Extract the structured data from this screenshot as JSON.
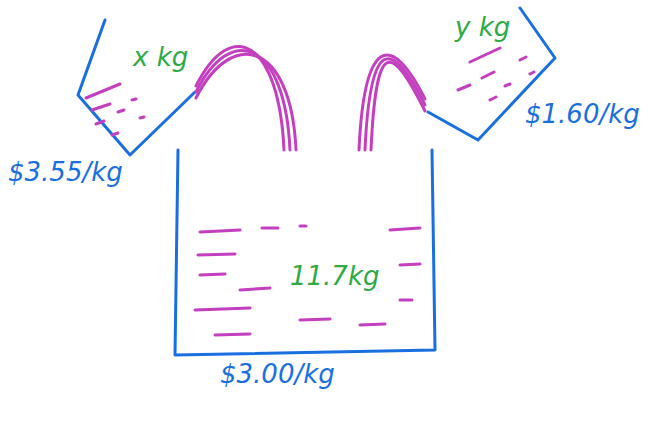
{
  "diagram": {
    "nodes": [
      {
        "text": [
          "x kg",
          "$3.55/kg"
        ]
      },
      {
        "text": [
          "y kg",
          "$1.60/kg"
        ]
      },
      {
        "text": [
          "11.7kg",
          "$3.00/kg"
        ]
      }
    ],
    "edges": [
      {
        "from": 0,
        "to": 2,
        "arrow": "none"
      },
      {
        "from": 1,
        "to": 2,
        "arrow": "none"
      }
    ]
  }
}
